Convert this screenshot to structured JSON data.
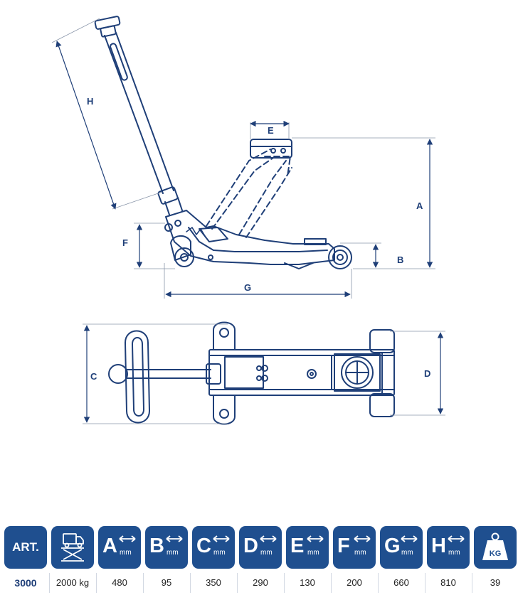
{
  "dimension_labels": {
    "A": "A",
    "B": "B",
    "C": "C",
    "D": "D",
    "E": "E",
    "F": "F",
    "G": "G",
    "H": "H"
  },
  "spec_table": {
    "art_label": "ART.",
    "unit": "mm",
    "weight_unit": "KG",
    "columns": [
      {
        "id": "art",
        "value": "3000"
      },
      {
        "id": "capacity",
        "icon": "truck-on-lift-icon",
        "value": "2000 kg"
      },
      {
        "id": "A",
        "letter": "A",
        "value": "480"
      },
      {
        "id": "B",
        "letter": "B",
        "value": "95"
      },
      {
        "id": "C",
        "letter": "C",
        "value": "350"
      },
      {
        "id": "D",
        "letter": "D",
        "value": "290"
      },
      {
        "id": "E",
        "letter": "E",
        "value": "130"
      },
      {
        "id": "F",
        "letter": "F",
        "value": "200"
      },
      {
        "id": "G",
        "letter": "G",
        "value": "660"
      },
      {
        "id": "H",
        "letter": "H",
        "value": "810"
      },
      {
        "id": "weight",
        "icon": "weight-kg-icon",
        "value": "39"
      }
    ]
  },
  "colors": {
    "line": "#1f3f78",
    "dim_line": "#8a96aa",
    "header_bg": "#1f4f8f"
  }
}
